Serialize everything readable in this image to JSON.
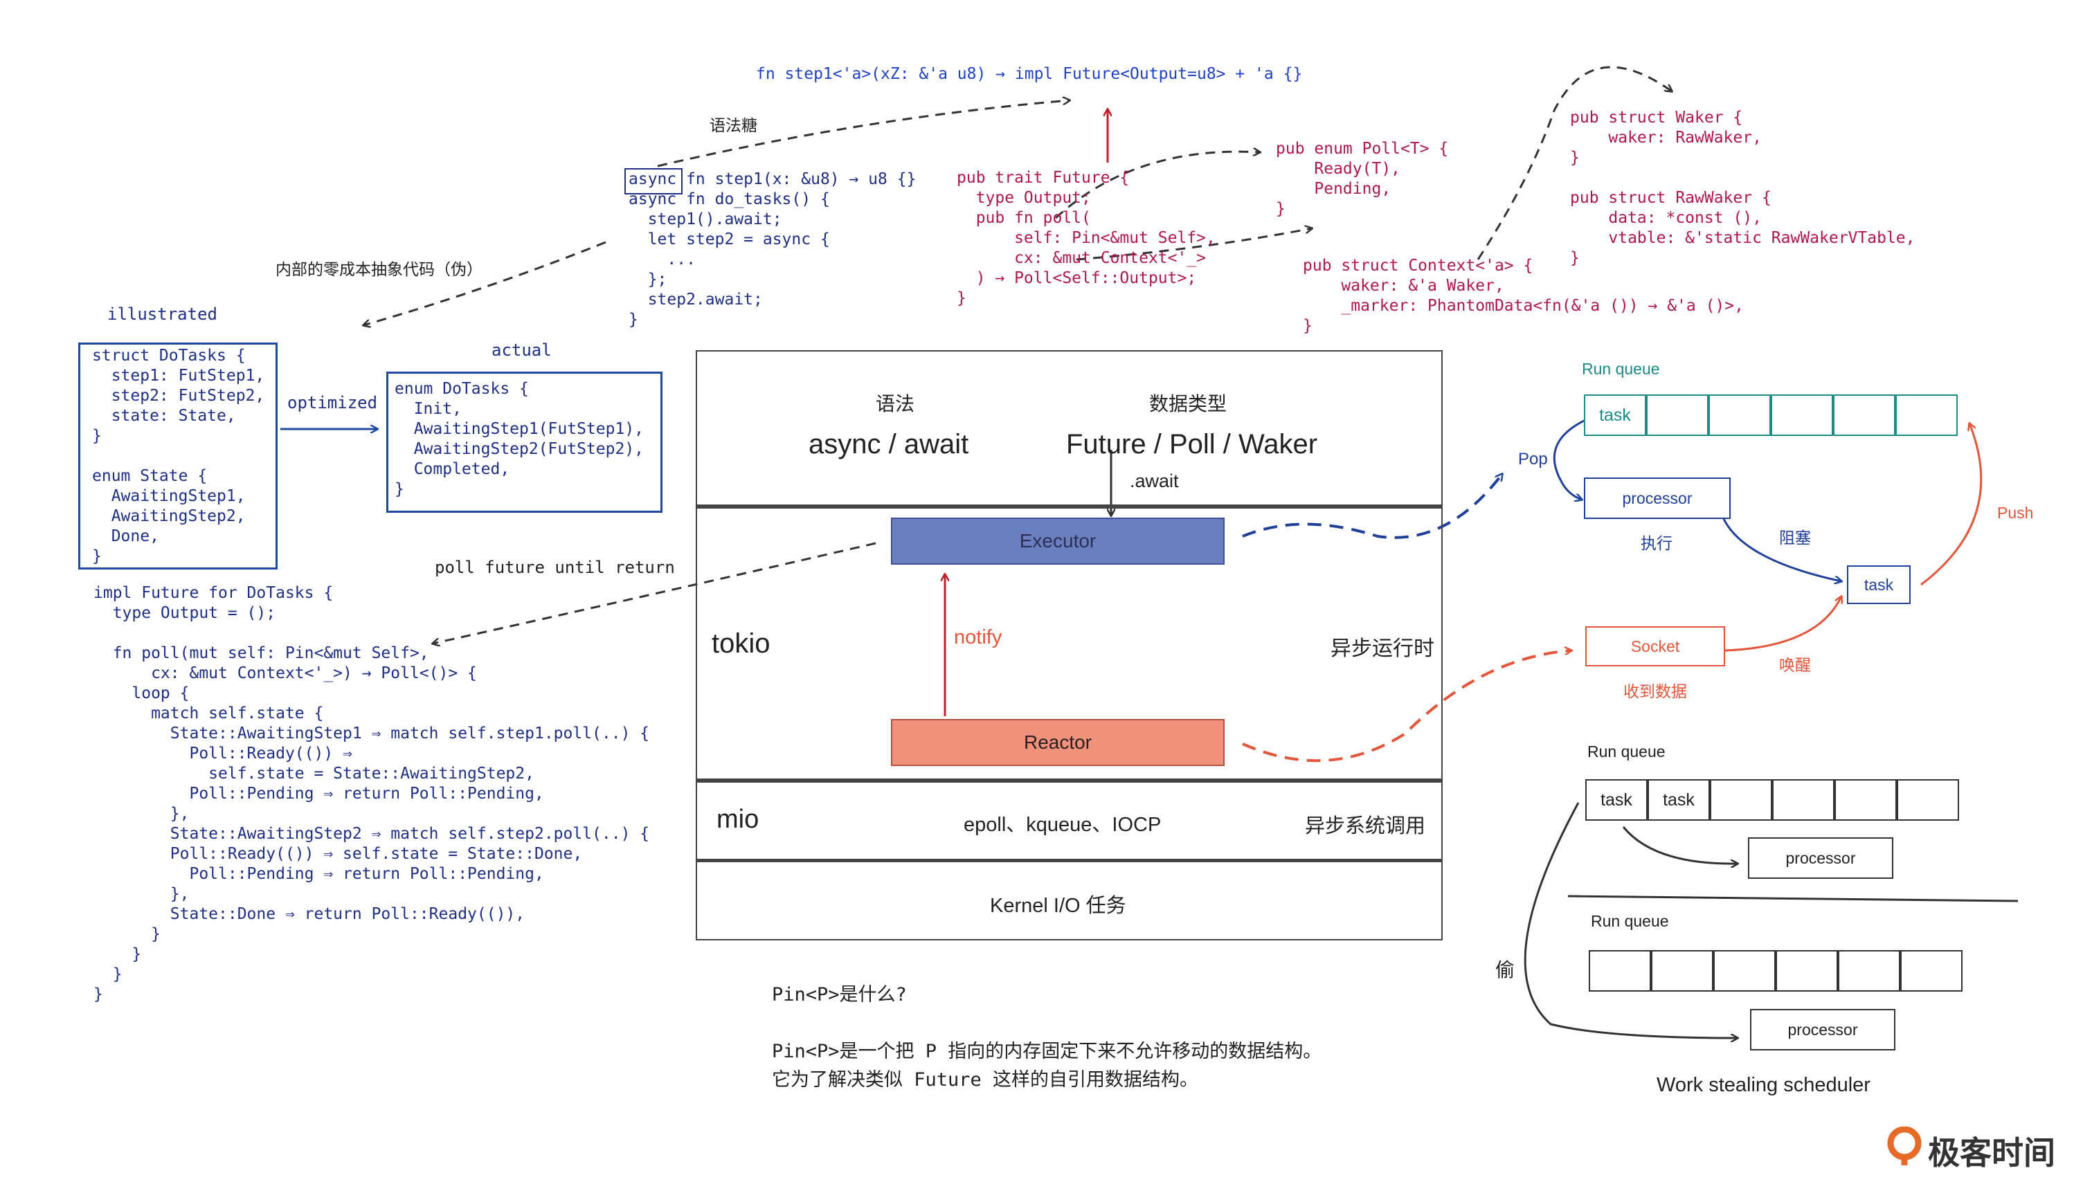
{
  "code": {
    "signature": "fn step1<'a>(xZ: &'a u8) → impl Future<Output=u8> + 'a {}",
    "async_fn": "async fn step1(x: &u8) → u8 {}\nasync fn do_tasks() {\n  step1().await;\n  let step2 = async {\n    ...\n  };\n  step2.await;\n}",
    "future_trait": "pub trait Future {\n  type Output;\n  pub fn poll(\n      self: Pin<&mut Self>,\n      cx: &mut Context<'_>\n  ) → Poll<Self::Output>;\n}",
    "poll_enum": "pub enum Poll<T> {\n    Ready(T),\n    Pending,\n}",
    "context_struct": "pub struct Context<'a> {\n    waker: &'a Waker,\n    _marker: PhantomData<fn(&'a ()) → &'a ()>,\n}",
    "waker_struct": "pub struct Waker {\n    waker: RawWaker,\n}\n\npub struct RawWaker {\n    data: *const (),\n    vtable: &'static RawWakerVTable,\n}",
    "illustrated_struct": "struct DoTasks {\n  step1: FutStep1,\n  step2: FutStep2,\n  state: State,\n}\n\nenum State {\n  AwaitingStep1,\n  AwaitingStep2,\n  Done,\n}",
    "actual_enum": "enum DoTasks {\n  Init,\n  AwaitingStep1(FutStep1),\n  AwaitingStep2(FutStep2),\n  Completed,\n}",
    "impl_future": "impl Future for DoTasks {\n  type Output = ();\n\n  fn poll(mut self: Pin<&mut Self>,\n      cx: &mut Context<'_>) → Poll<()> {\n    loop {\n      match self.state {\n        State::AwaitingStep1 ⇒ match self.step1.poll(..) {\n          Poll::Ready(()) ⇒\n            self.state = State::AwaitingStep2,\n          Poll::Pending ⇒ return Poll::Pending,\n        },\n        State::AwaitingStep2 ⇒ match self.step2.poll(..) {\n        Poll::Ready(()) ⇒ self.state = State::Done,\n          Poll::Pending ⇒ return Poll::Pending,\n        },\n        State::Done ⇒ return Poll::Ready(()),\n      }\n    }\n  }\n}"
  },
  "labels": {
    "syntax_sugar": "语法糖",
    "zero_cost": "内部的零成本抽象代码（伪）",
    "illustrated": "illustrated",
    "actual": "actual",
    "optimized": "optimized",
    "poll_until": "poll future until return"
  },
  "stack": {
    "syntax_title": "语法",
    "syntax_value": "async / await",
    "types_title": "数据类型",
    "types_value": "Future / Poll / Waker",
    "await_label": ".await",
    "tokio": "tokio",
    "runtime": "异步运行时",
    "executor": "Executor",
    "reactor": "Reactor",
    "notify": "notify",
    "mio": "mio",
    "apis": "epoll、kqueue、IOCP",
    "syscall": "异步系统调用",
    "kernel": "Kernel I/O 任务"
  },
  "pin": {
    "question": "Pin<P>是什么?",
    "answer1": "Pin<P>是一个把 P 指向的内存固定下来不允许移动的数据结构。",
    "answer2": "它为了解决类似 Future 这样的自引用数据结构。"
  },
  "scheduler": {
    "run_queue_top": "Run queue",
    "task": "task",
    "pop": "Pop",
    "processor": "processor",
    "execute": "执行",
    "blocked": "阻塞",
    "push": "Push",
    "socket": "Socket",
    "wake": "唤醒",
    "received": "收到数据",
    "run_queue_a": "Run queue",
    "run_queue_b": "Run queue",
    "steal": "偷",
    "caption": "Work stealing scheduler"
  },
  "brand": "极客时间",
  "colors": {
    "navy": "#1f2f86",
    "crimson": "#b01848",
    "teal": "#1e8a84",
    "orange": "#e4553a",
    "executor_fill": "#6b7fbf",
    "reactor_fill": "#f0917c"
  }
}
